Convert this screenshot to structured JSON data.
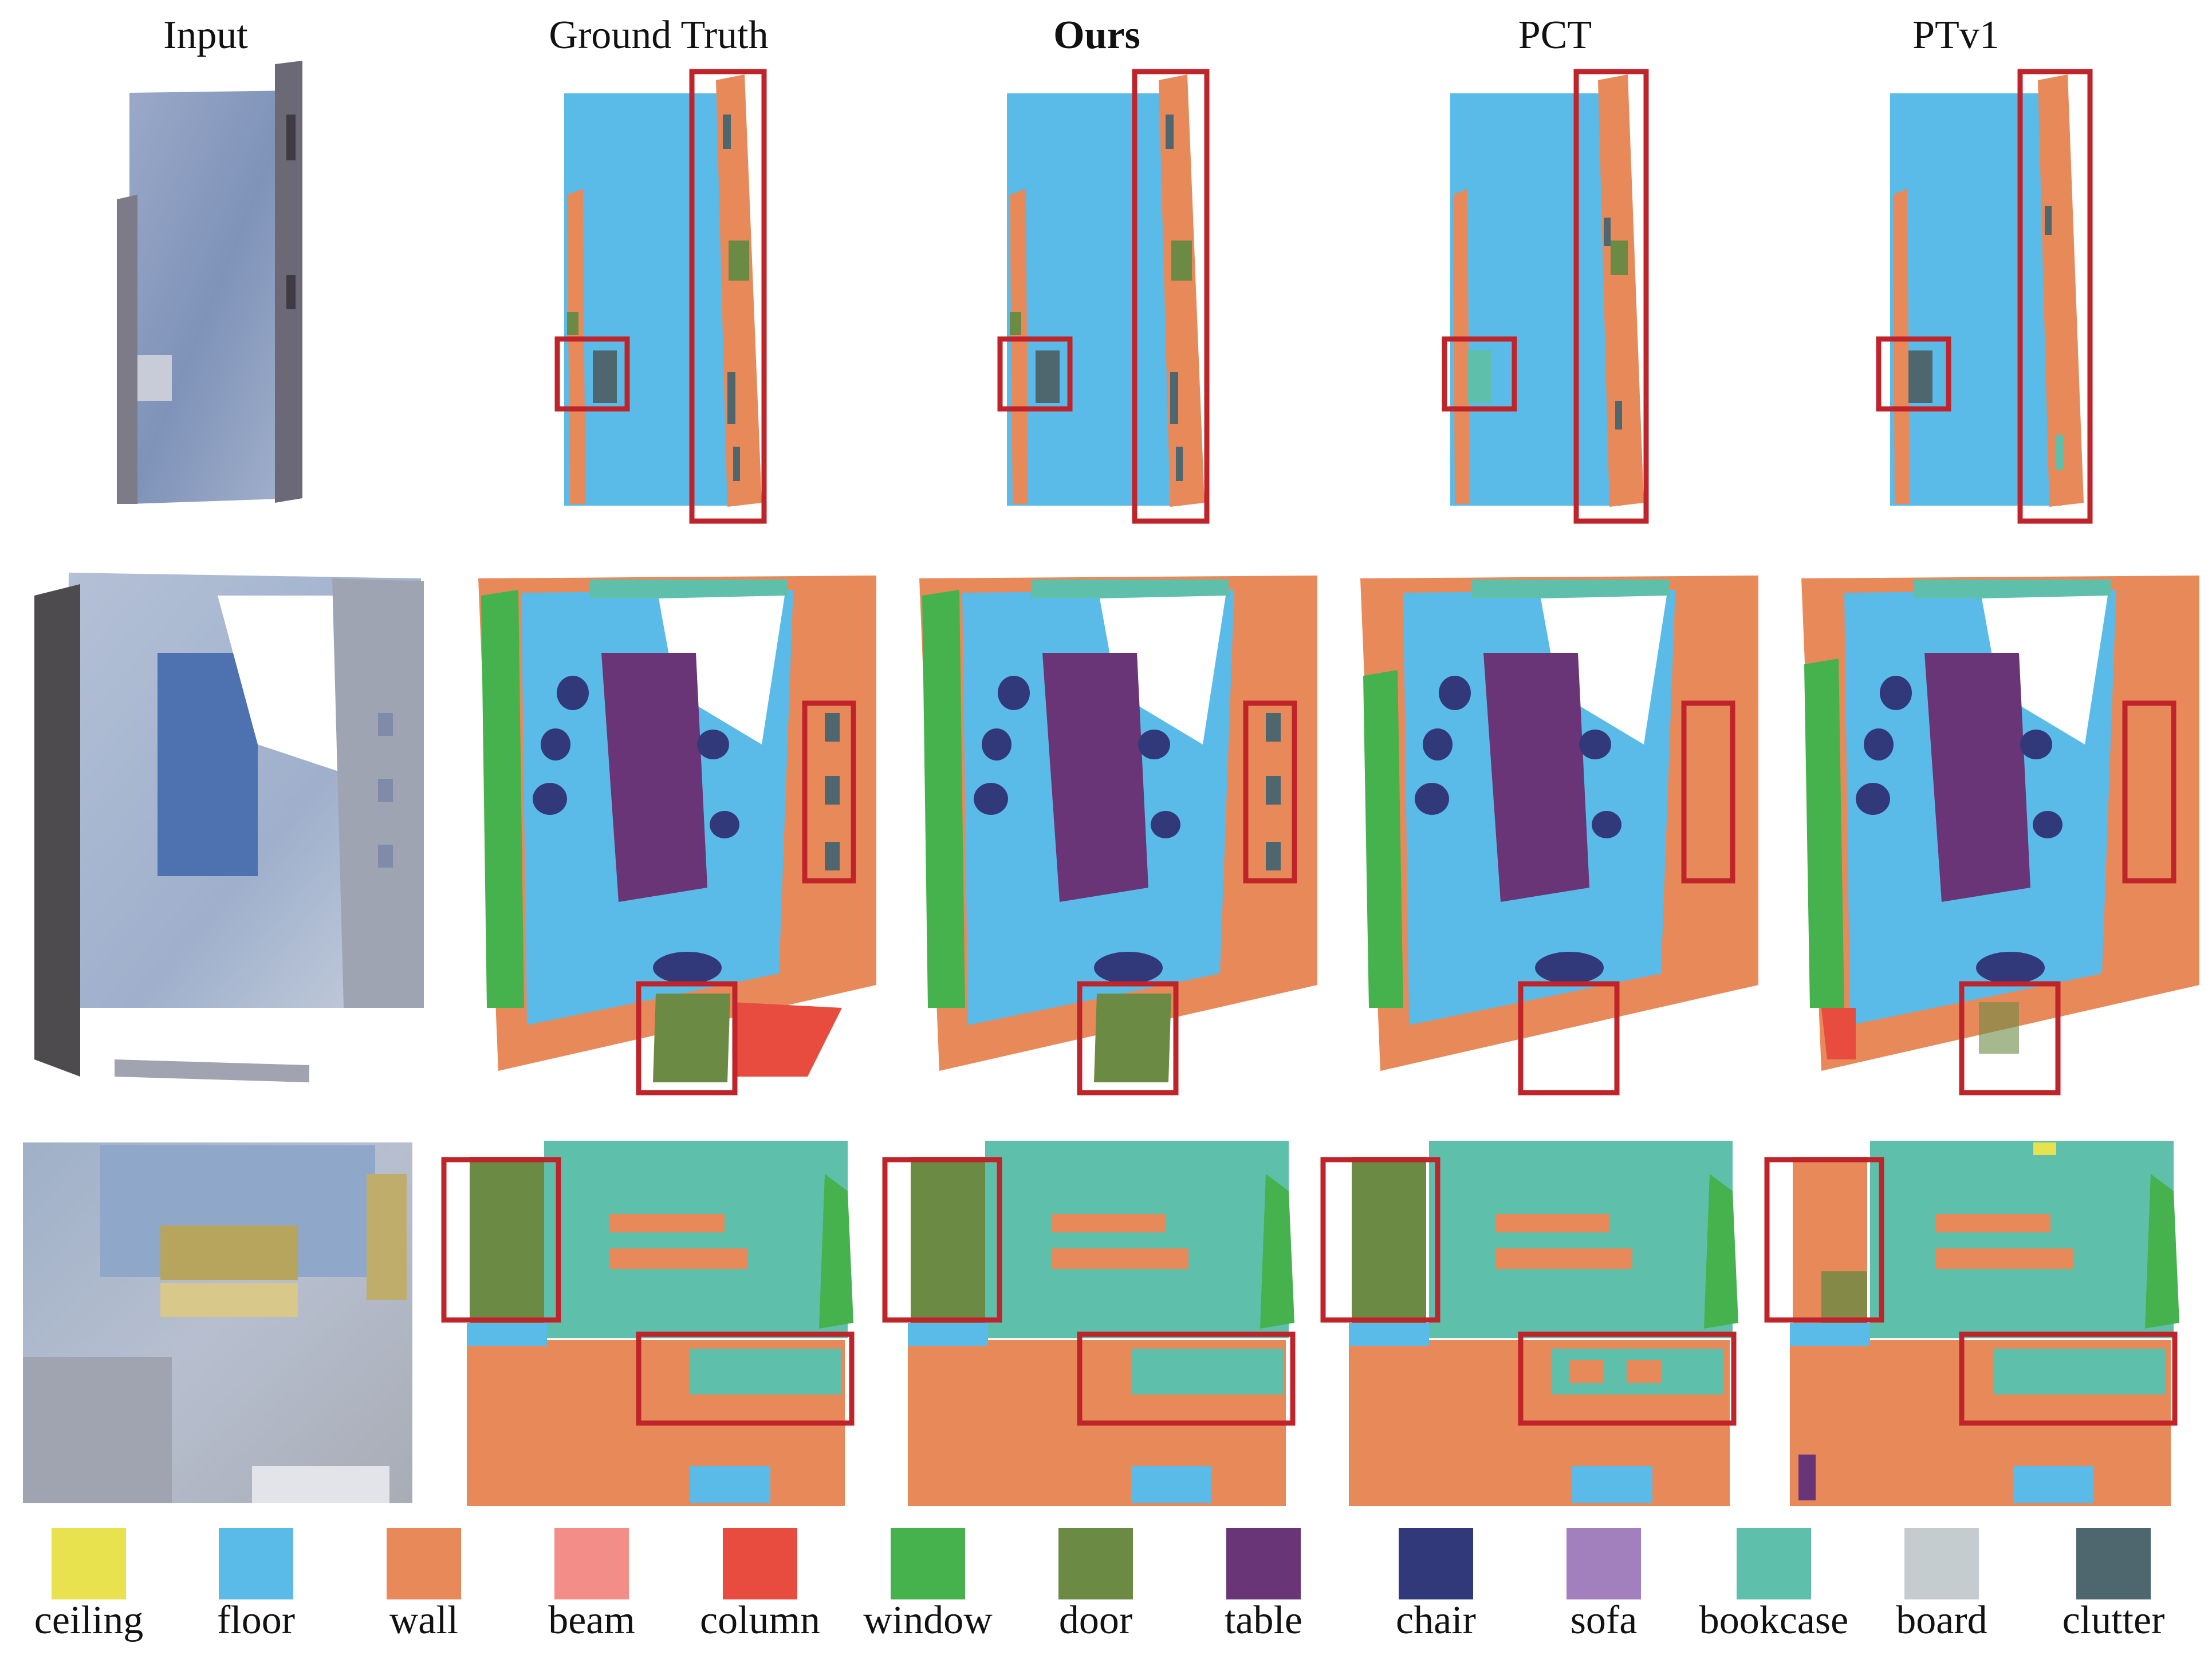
{
  "columns": [
    {
      "title": "Input",
      "bold": false
    },
    {
      "title": "Ground Truth",
      "bold": false
    },
    {
      "title": "Ours",
      "bold": true
    },
    {
      "title": "PCT",
      "bold": false
    },
    {
      "title": "PTv1",
      "bold": false
    }
  ],
  "palette": {
    "ceiling": "#e8e24e",
    "floor": "#5bbbe8",
    "wall": "#e8895a",
    "beam": "#f28d87",
    "column": "#e84c3f",
    "window": "#45b24d",
    "door": "#6b8a43",
    "table": "#6a3577",
    "chair": "#32397b",
    "sofa": "#a27fbd",
    "bookcase": "#5ebfab",
    "board": "#c4cccf",
    "clutter": "#4e666d",
    "highlight": "#c0242b"
  },
  "legend": [
    {
      "label": "ceiling",
      "color": "#e8e24e"
    },
    {
      "label": "floor",
      "color": "#5bbbe8"
    },
    {
      "label": "wall",
      "color": "#e8895a"
    },
    {
      "label": "beam",
      "color": "#f28d87"
    },
    {
      "label": "column",
      "color": "#e84c3f"
    },
    {
      "label": "window",
      "color": "#45b24d"
    },
    {
      "label": "door",
      "color": "#6b8a43"
    },
    {
      "label": "table",
      "color": "#6a3577"
    },
    {
      "label": "chair",
      "color": "#32397b"
    },
    {
      "label": "sofa",
      "color": "#a27fbd"
    },
    {
      "label": "bookcase",
      "color": "#5ebfab"
    },
    {
      "label": "board",
      "color": "#c4cccf"
    },
    {
      "label": "clutter",
      "color": "#4e666d"
    }
  ]
}
